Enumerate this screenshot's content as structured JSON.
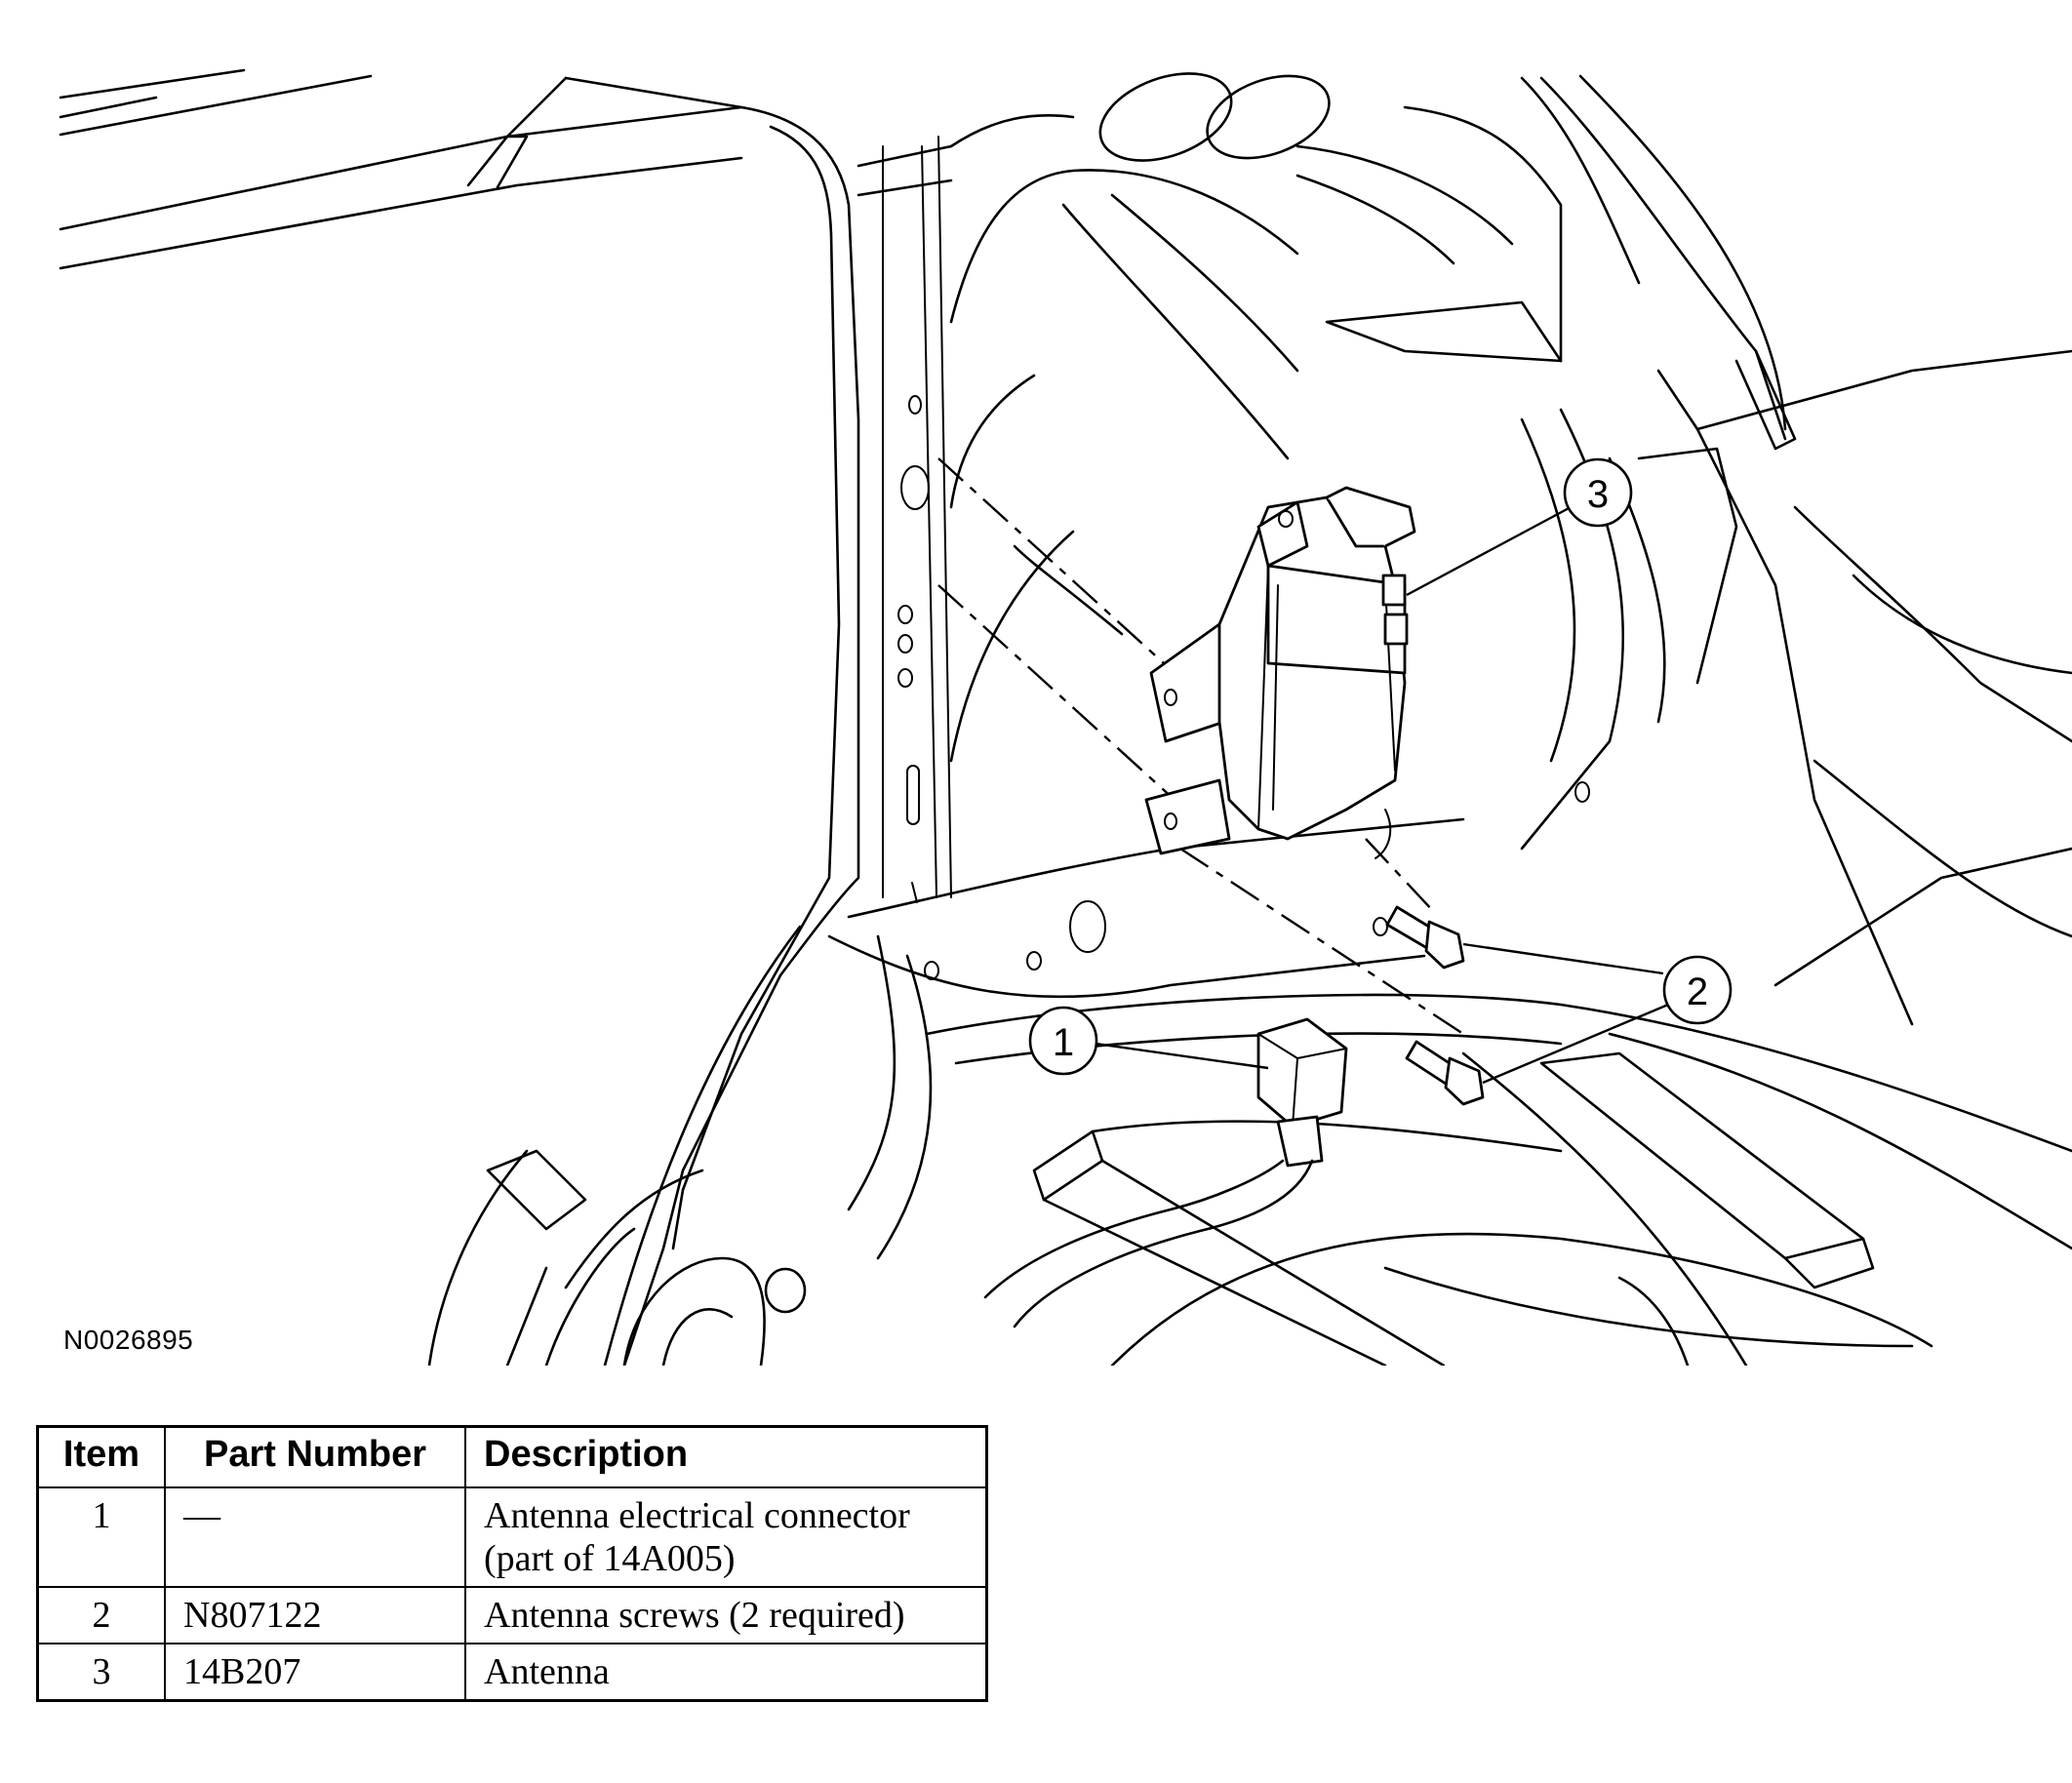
{
  "figure": {
    "id": "N0026895",
    "callouts": [
      {
        "number": "1",
        "target": "Antenna electrical connector"
      },
      {
        "number": "2",
        "target": "Antenna screws"
      },
      {
        "number": "3",
        "target": "Antenna"
      }
    ]
  },
  "table": {
    "headers": [
      "Item",
      "Part Number",
      "Description"
    ],
    "rows": [
      {
        "item": "1",
        "part_number": "—",
        "description_line1": "Antenna electrical connector",
        "description_line2": "(part of 14A005)"
      },
      {
        "item": "2",
        "part_number": "N807122",
        "description_line1": "Antenna screws (2 required)",
        "description_line2": ""
      },
      {
        "item": "3",
        "part_number": "14B207",
        "description_line1": "Antenna",
        "description_line2": ""
      }
    ]
  }
}
